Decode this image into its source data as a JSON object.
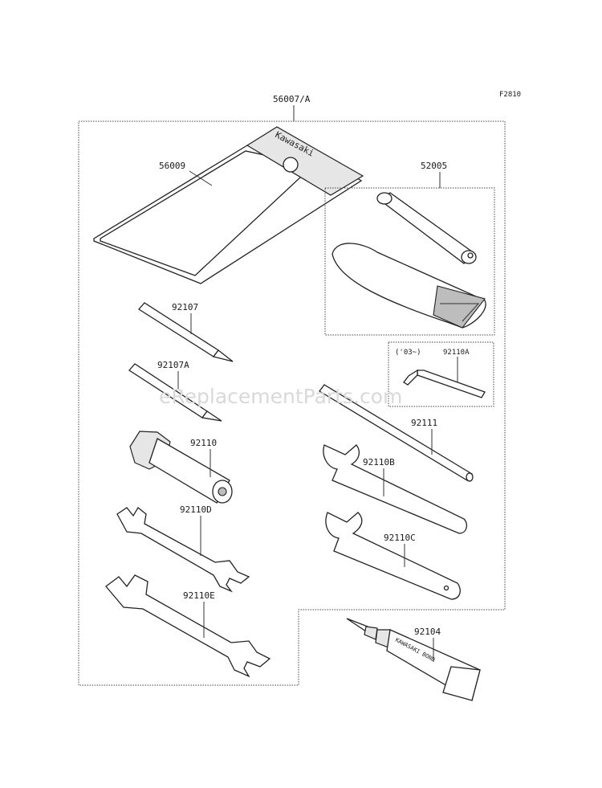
{
  "diagram": {
    "code": "F2810",
    "watermark": "eReplacementParts.com",
    "parts": {
      "kit": "56007/A",
      "bag": "56009",
      "pouch_set": "52005",
      "driver_a": "92107",
      "driver_b": "92107A",
      "hex_key": "92110A",
      "hex_key_note": "('03~)",
      "box_wrench": "92110",
      "handle_bar": "92111",
      "hook_wrench_b": "92110B",
      "hook_wrench_c": "92110C",
      "open_wrench_d": "92110D",
      "open_wrench_e": "92110E",
      "bond_tube": "92104"
    },
    "bag_logo": "Kawasaki",
    "tube_text": "KAWASAKI BOND"
  }
}
